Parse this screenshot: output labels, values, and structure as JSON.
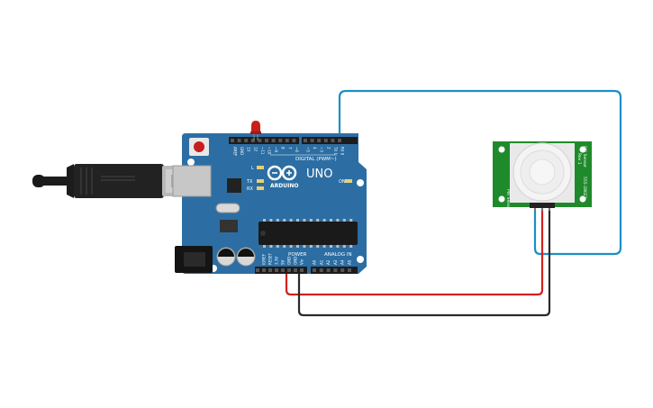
{
  "board": {
    "brand": "ARDUINO",
    "model": "UNO",
    "digital_header": "DIGITAL (PWM~)",
    "power_header": "POWER",
    "analog_header": "ANALOG IN",
    "led_l": "L",
    "led_tx": "TX",
    "led_rx": "RX",
    "led_on": "ON",
    "digital_pins": [
      "AREF",
      "GND",
      "13",
      "12",
      "~11",
      "~10",
      "~9",
      "8",
      "7",
      "~6",
      "~5",
      "4",
      "~3",
      "2",
      "TX 1",
      "RX 0"
    ],
    "power_pins": [
      "IOREF",
      "RESET",
      "3.3V",
      "5V",
      "GND",
      "GND",
      "Vin"
    ],
    "analog_pins": [
      "A0",
      "A1",
      "A2",
      "A3",
      "A4",
      "A5"
    ]
  },
  "sensor": {
    "left_label": "PIR Sensor",
    "right_label1": "PIR Sensor",
    "right_label2": "Rev 1",
    "right_code": "555-28027"
  },
  "colors": {
    "board": "#2c6ea3",
    "board_dark": "#1e5a8a",
    "sensor_pcb": "#1f8a2b",
    "wire_signal": "#1a8fc7",
    "wire_power": "#d42020",
    "wire_ground": "#2a2a2a",
    "led": "#c8201a"
  }
}
